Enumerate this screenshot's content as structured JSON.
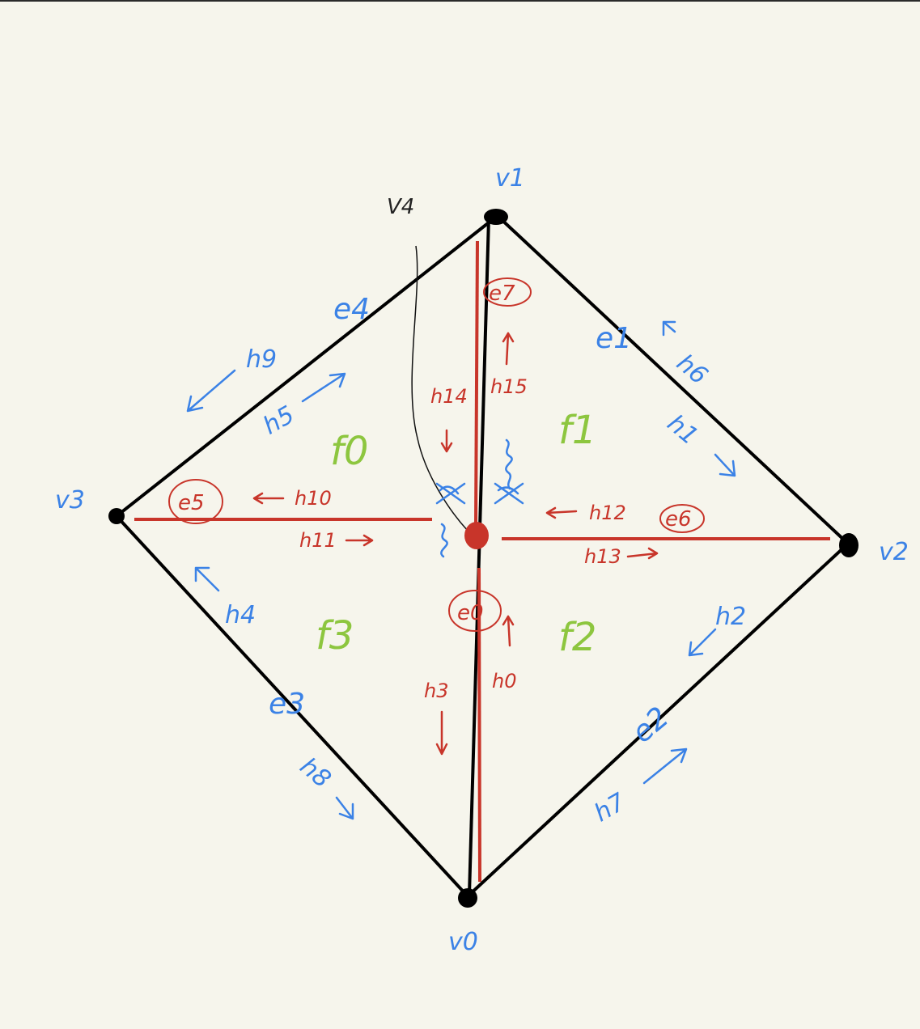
{
  "vertices": {
    "v0": "v0",
    "v1": "v1",
    "v2": "v2",
    "v3": "v3",
    "v4": "V4"
  },
  "edges": {
    "e0": "e0",
    "e1": "e1",
    "e2": "e2",
    "e3": "e3",
    "e4": "e4",
    "e5": "e5",
    "e6": "e6",
    "e7": "e7"
  },
  "halfedges": {
    "h0": "h0",
    "h1": "h1",
    "h2": "h2",
    "h3": "h3",
    "h4": "h4",
    "h5": "h5",
    "h6": "h6",
    "h7": "h7",
    "h8": "h8",
    "h9": "h9",
    "h10": "h10",
    "h11": "h11",
    "h12": "h12",
    "h13": "h13",
    "h14": "h14",
    "h15": "h15"
  },
  "faces": {
    "f0": "f0",
    "f1": "f1",
    "f2": "f2",
    "f3": "f3"
  },
  "colors": {
    "background": "#f6f5ec",
    "black_edges": "#000000",
    "red_edges": "#c8352a",
    "blue_labels": "#3b82e6",
    "green_faces": "#8dc63f"
  }
}
